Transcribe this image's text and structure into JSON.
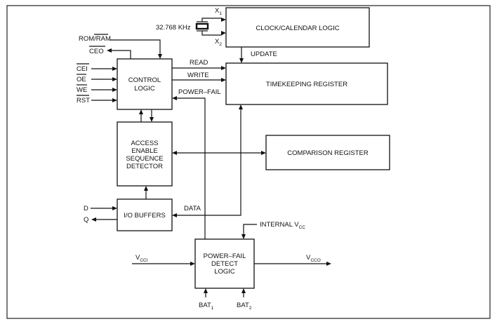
{
  "blocks": {
    "clock": "CLOCK/CALENDAR LOGIC",
    "timekeeping": "TIMEKEEPING REGISTER",
    "control": [
      "CONTROL",
      "LOGIC"
    ],
    "access": [
      "ACCESS",
      "ENABLE",
      "SEQUENCE",
      "DETECTOR"
    ],
    "comparison": "COMPARISON REGISTER",
    "io": "I/O BUFFERS",
    "powerfail": [
      "POWER–FAIL",
      "DETECT",
      "LOGIC"
    ]
  },
  "signals": {
    "crystal_freq": "32.768 KHz",
    "x1": "X",
    "x1_sub": "1",
    "x2": "X",
    "x2_sub": "2",
    "update": "UPDATE",
    "read": "READ",
    "write": "WRITE",
    "power_fail": "POWER–FAIL",
    "data": "DATA",
    "rom_ram": "ROM/RAM",
    "ceo": "CEO",
    "cei": "CEI",
    "oe": "OE",
    "we": "WE",
    "rst": "RST",
    "d": "D",
    "q": "Q",
    "vcci": "V",
    "vcci_sub": "CCI",
    "vcco": "V",
    "vcco_sub": "CCO",
    "internal_vcc": "INTERNAL V",
    "internal_vcc_sub": "CC",
    "bat1": "BAT",
    "bat1_sub": "1",
    "bat2": "BAT",
    "bat2_sub": "2"
  }
}
